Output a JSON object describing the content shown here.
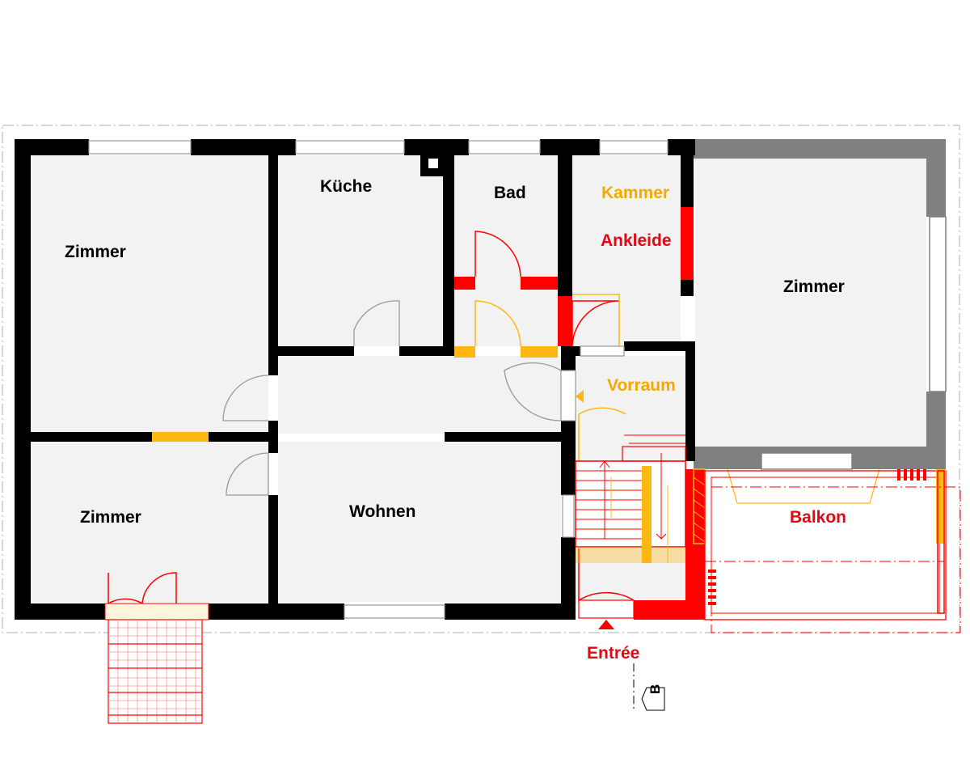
{
  "colors": {
    "wall": "#000000",
    "floor": "#f2f2f2",
    "new_wall": "#ff0000",
    "removed_wall": "#fdb813",
    "existing_grey": "#808080",
    "black_text": "#000000",
    "red_text": "#e30613",
    "orange_text": "#f5a800"
  },
  "rooms": {
    "zimmer_top_left": "Zimmer",
    "kueche": "Küche",
    "bad": "Bad",
    "kammer": "Kammer",
    "ankleide": "Ankleide",
    "zimmer_right": "Zimmer",
    "vorraum": "Vorraum",
    "zimmer_bottom_left": "Zimmer",
    "wohnen": "Wohnen",
    "balkon": "Balkon"
  },
  "entrance_label": "Entrée",
  "section_marker": "B",
  "icons": {
    "entrance": "entrance-arrow-icon",
    "section": "section-marker-icon"
  }
}
